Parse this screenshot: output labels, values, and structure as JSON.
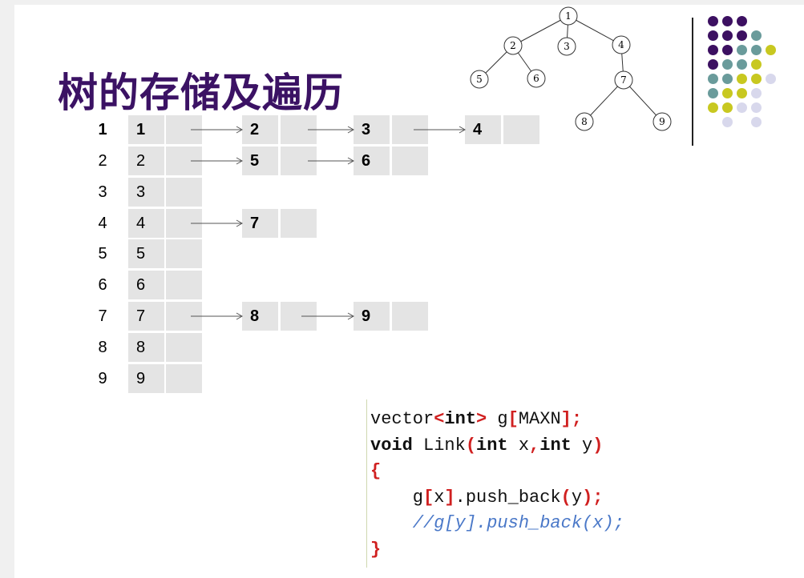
{
  "title": "树的存储及遍历",
  "tree": {
    "nodes": [
      "1",
      "2",
      "3",
      "4",
      "5",
      "6",
      "7",
      "8",
      "9"
    ]
  },
  "rows": [
    {
      "label": "1",
      "head": "1",
      "bold": true,
      "children": [
        "2",
        "3",
        "4"
      ]
    },
    {
      "label": "2",
      "head": "2",
      "bold": false,
      "children": [
        "5",
        "6"
      ]
    },
    {
      "label": "3",
      "head": "3",
      "bold": false,
      "children": []
    },
    {
      "label": "4",
      "head": "4",
      "bold": false,
      "children": [
        "7"
      ]
    },
    {
      "label": "5",
      "head": "5",
      "bold": false,
      "children": []
    },
    {
      "label": "6",
      "head": "6",
      "bold": false,
      "children": []
    },
    {
      "label": "7",
      "head": "7",
      "bold": false,
      "children": [
        "8",
        "9"
      ]
    },
    {
      "label": "8",
      "head": "8",
      "bold": false,
      "children": []
    },
    {
      "label": "9",
      "head": "9",
      "bold": false,
      "children": []
    }
  ],
  "code": {
    "line1": {
      "a": "vector",
      "b": "<",
      "c": "int",
      "d": ">",
      "e": " g",
      "f": "[",
      "g": "MAXN",
      "h": "]",
      "i": ";"
    },
    "line2": {
      "a": "void",
      "b": " Link",
      "c": "(",
      "d": "int",
      "e": " x",
      "f": ",",
      "g": "int",
      "h": " y",
      "i": ")"
    },
    "line3": "{",
    "line4": {
      "a": "    g",
      "b": "[",
      "c": "x",
      "d": "]",
      "e": ".push_back",
      "f": "(",
      "g": "y",
      "h": ")",
      "i": ";"
    },
    "line5": "    //g[y].push_back(x);",
    "line6": "}"
  },
  "colors": {
    "title": "#3b1264",
    "purple": "#3c1061",
    "teal": "#6a9b9b",
    "yellow": "#c8c820",
    "lavender": "#d8d8ec",
    "code_symbol": "#d02020",
    "code_comment": "#4a78c8"
  },
  "decoration": {
    "dot_grid": [
      [
        "purple",
        "purple",
        "purple",
        "",
        ""
      ],
      [
        "purple",
        "purple",
        "purple",
        "teal",
        ""
      ],
      [
        "purple",
        "purple",
        "teal",
        "teal",
        "yellow"
      ],
      [
        "purple",
        "teal",
        "teal",
        "yellow",
        ""
      ],
      [
        "teal",
        "teal",
        "yellow",
        "yellow",
        "lavender"
      ],
      [
        "teal",
        "yellow",
        "yellow",
        "lavender",
        ""
      ],
      [
        "yellow",
        "yellow",
        "lavender",
        "lavender",
        ""
      ],
      [
        "",
        "lavender",
        "",
        "lavender",
        ""
      ]
    ]
  }
}
